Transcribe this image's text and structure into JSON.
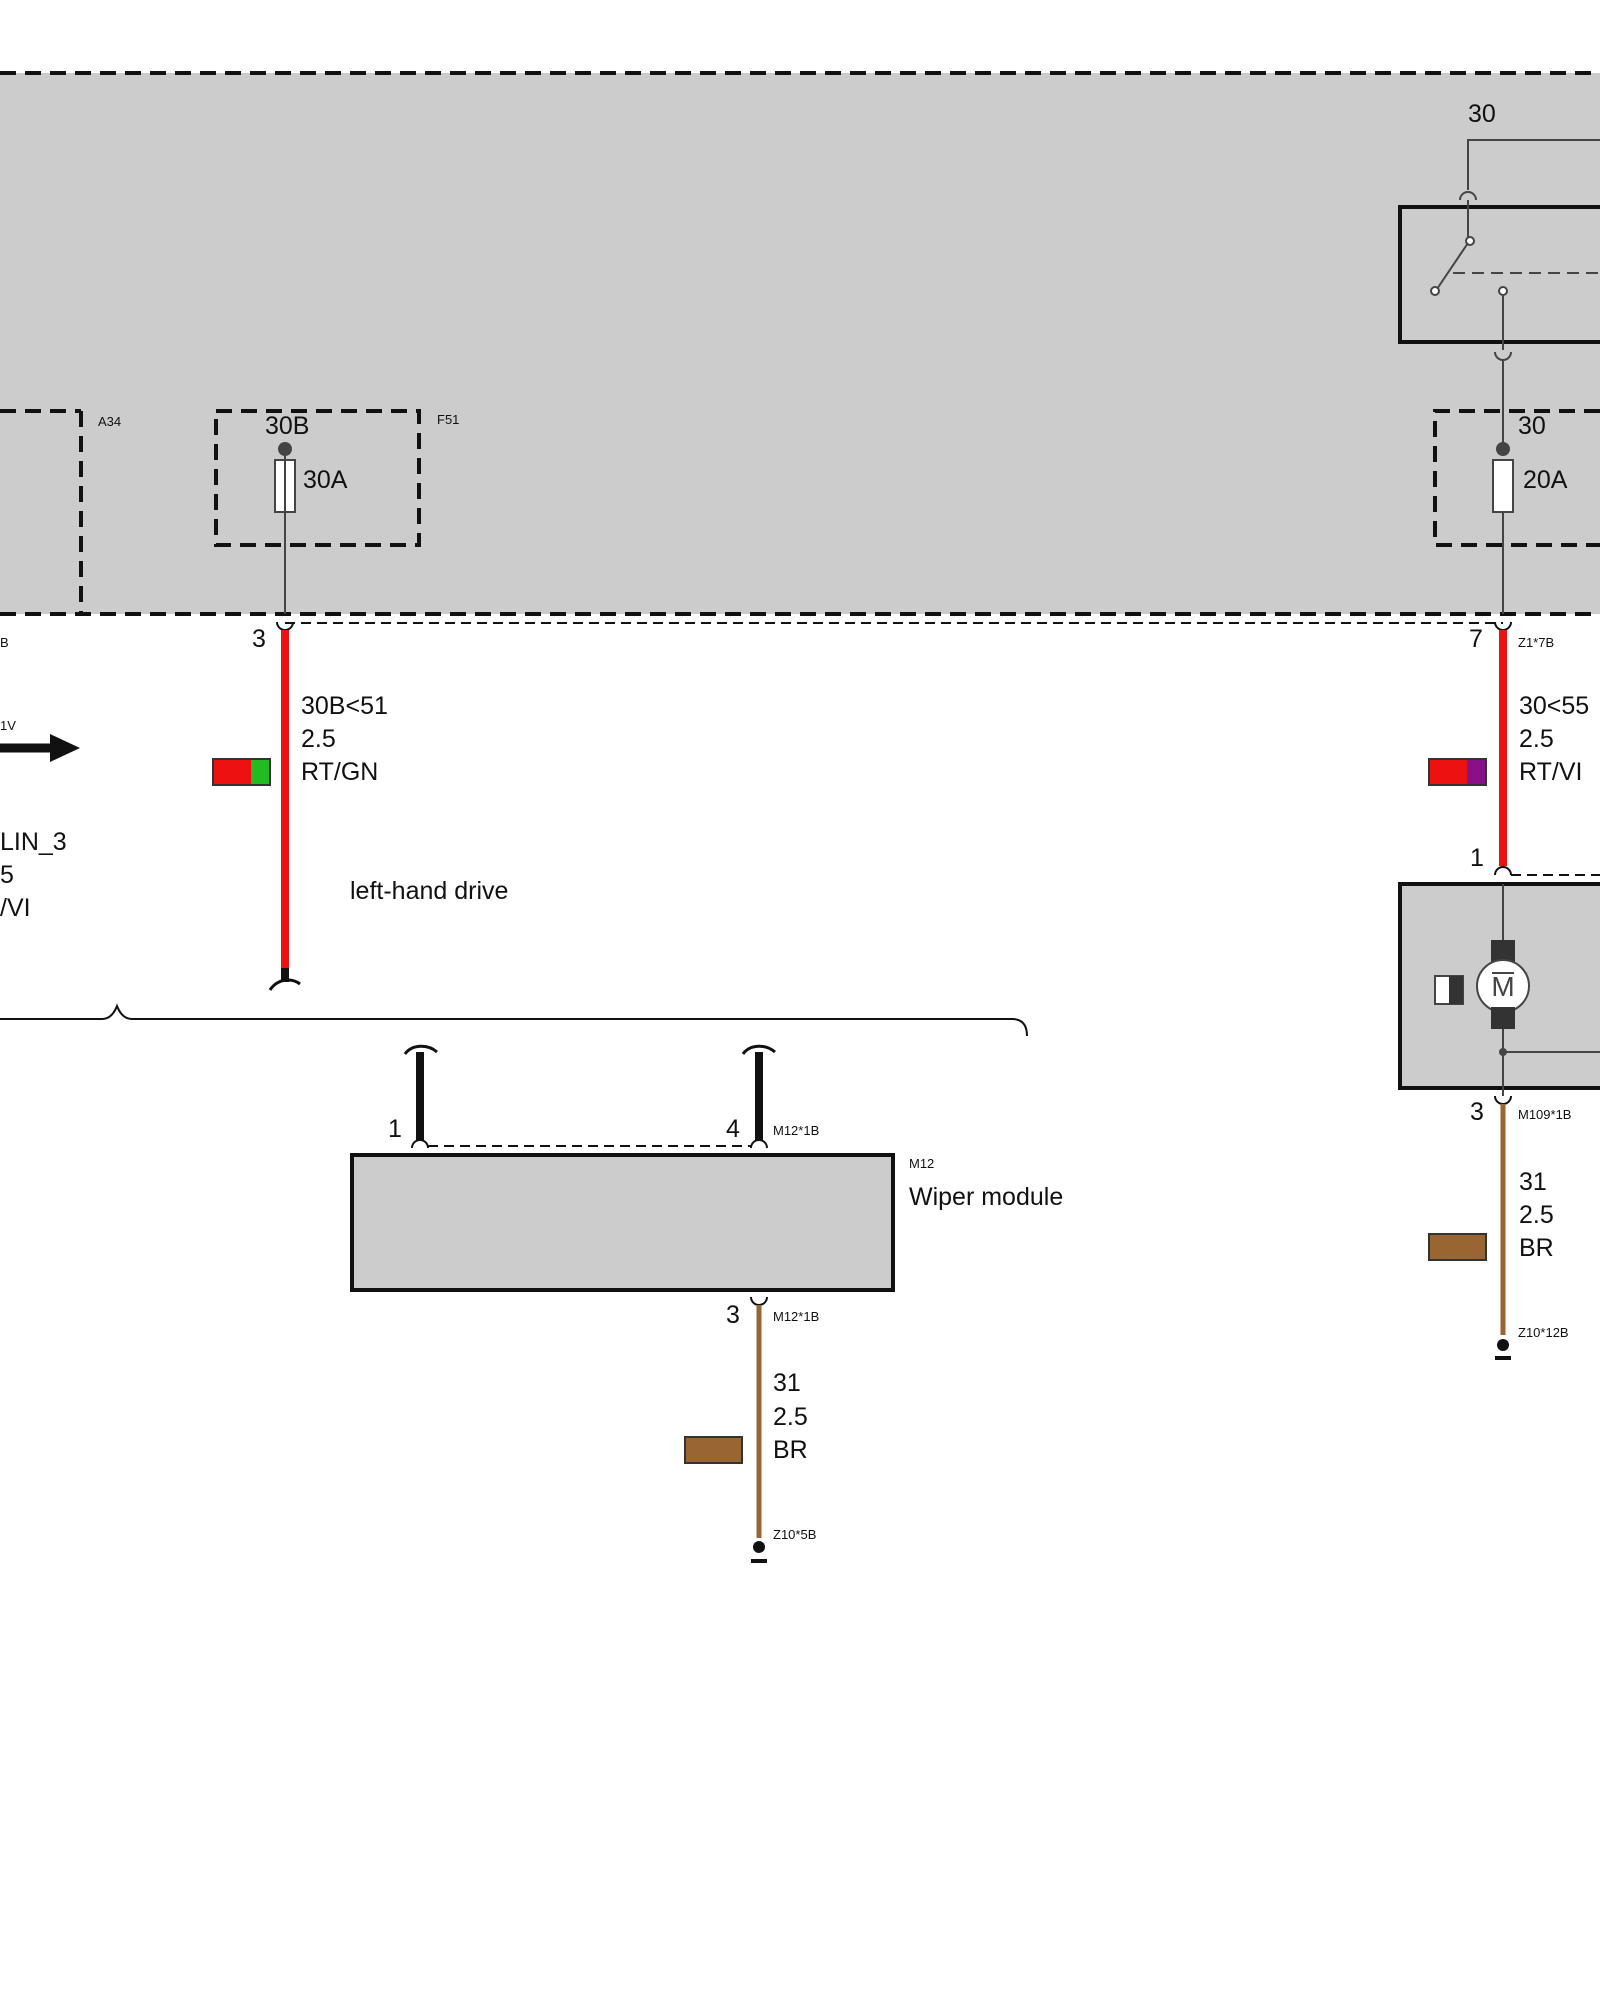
{
  "colors": {
    "background": "#ffffff",
    "module_fill": "#cccccc",
    "wire_red": "#ee1111",
    "wire_green": "#22bb22",
    "wire_violet": "#881188",
    "wire_brown": "#996633",
    "line": "#111111",
    "thin_line": "#444444"
  },
  "left_partial": {
    "connector_suffix": "B",
    "arrow_label": "1V",
    "wire_lines": [
      "LIN_3",
      "5",
      "/VI"
    ]
  },
  "modules": {
    "a34": {
      "code": "A34"
    },
    "f51": {
      "code": "F51",
      "terminal": "30B",
      "rating": "30A"
    },
    "right_fuse": {
      "terminal": "30",
      "rating": "20A"
    },
    "relay": {
      "supply_terminal": "30"
    },
    "wiper": {
      "code": "M12",
      "name": "Wiper module"
    }
  },
  "pins": {
    "f51_out": "3",
    "right_out": "7",
    "wiper_in_1": "1",
    "wiper_in_4": "4",
    "wiper_gnd": "3",
    "motor_in": "1",
    "motor_gnd": "3"
  },
  "connectors": {
    "right_out": "Z1*7B",
    "wiper_in": "M12*1B",
    "wiper_gnd": "M12*1B",
    "motor_gnd": "M109*1B",
    "wiper_ground": "Z10*5B",
    "motor_ground": "Z10*12B"
  },
  "wires": {
    "w1": {
      "signal": "30B<51",
      "size": "2.5",
      "color": "RT/GN"
    },
    "w2": {
      "signal": "30<55",
      "size": "2.5",
      "color": "RT/VI"
    },
    "w3": {
      "signal": "31",
      "size": "2.5",
      "color": "BR"
    },
    "w4": {
      "signal": "31",
      "size": "2.5",
      "color": "BR"
    }
  },
  "notes": {
    "drive": "left-hand drive"
  }
}
